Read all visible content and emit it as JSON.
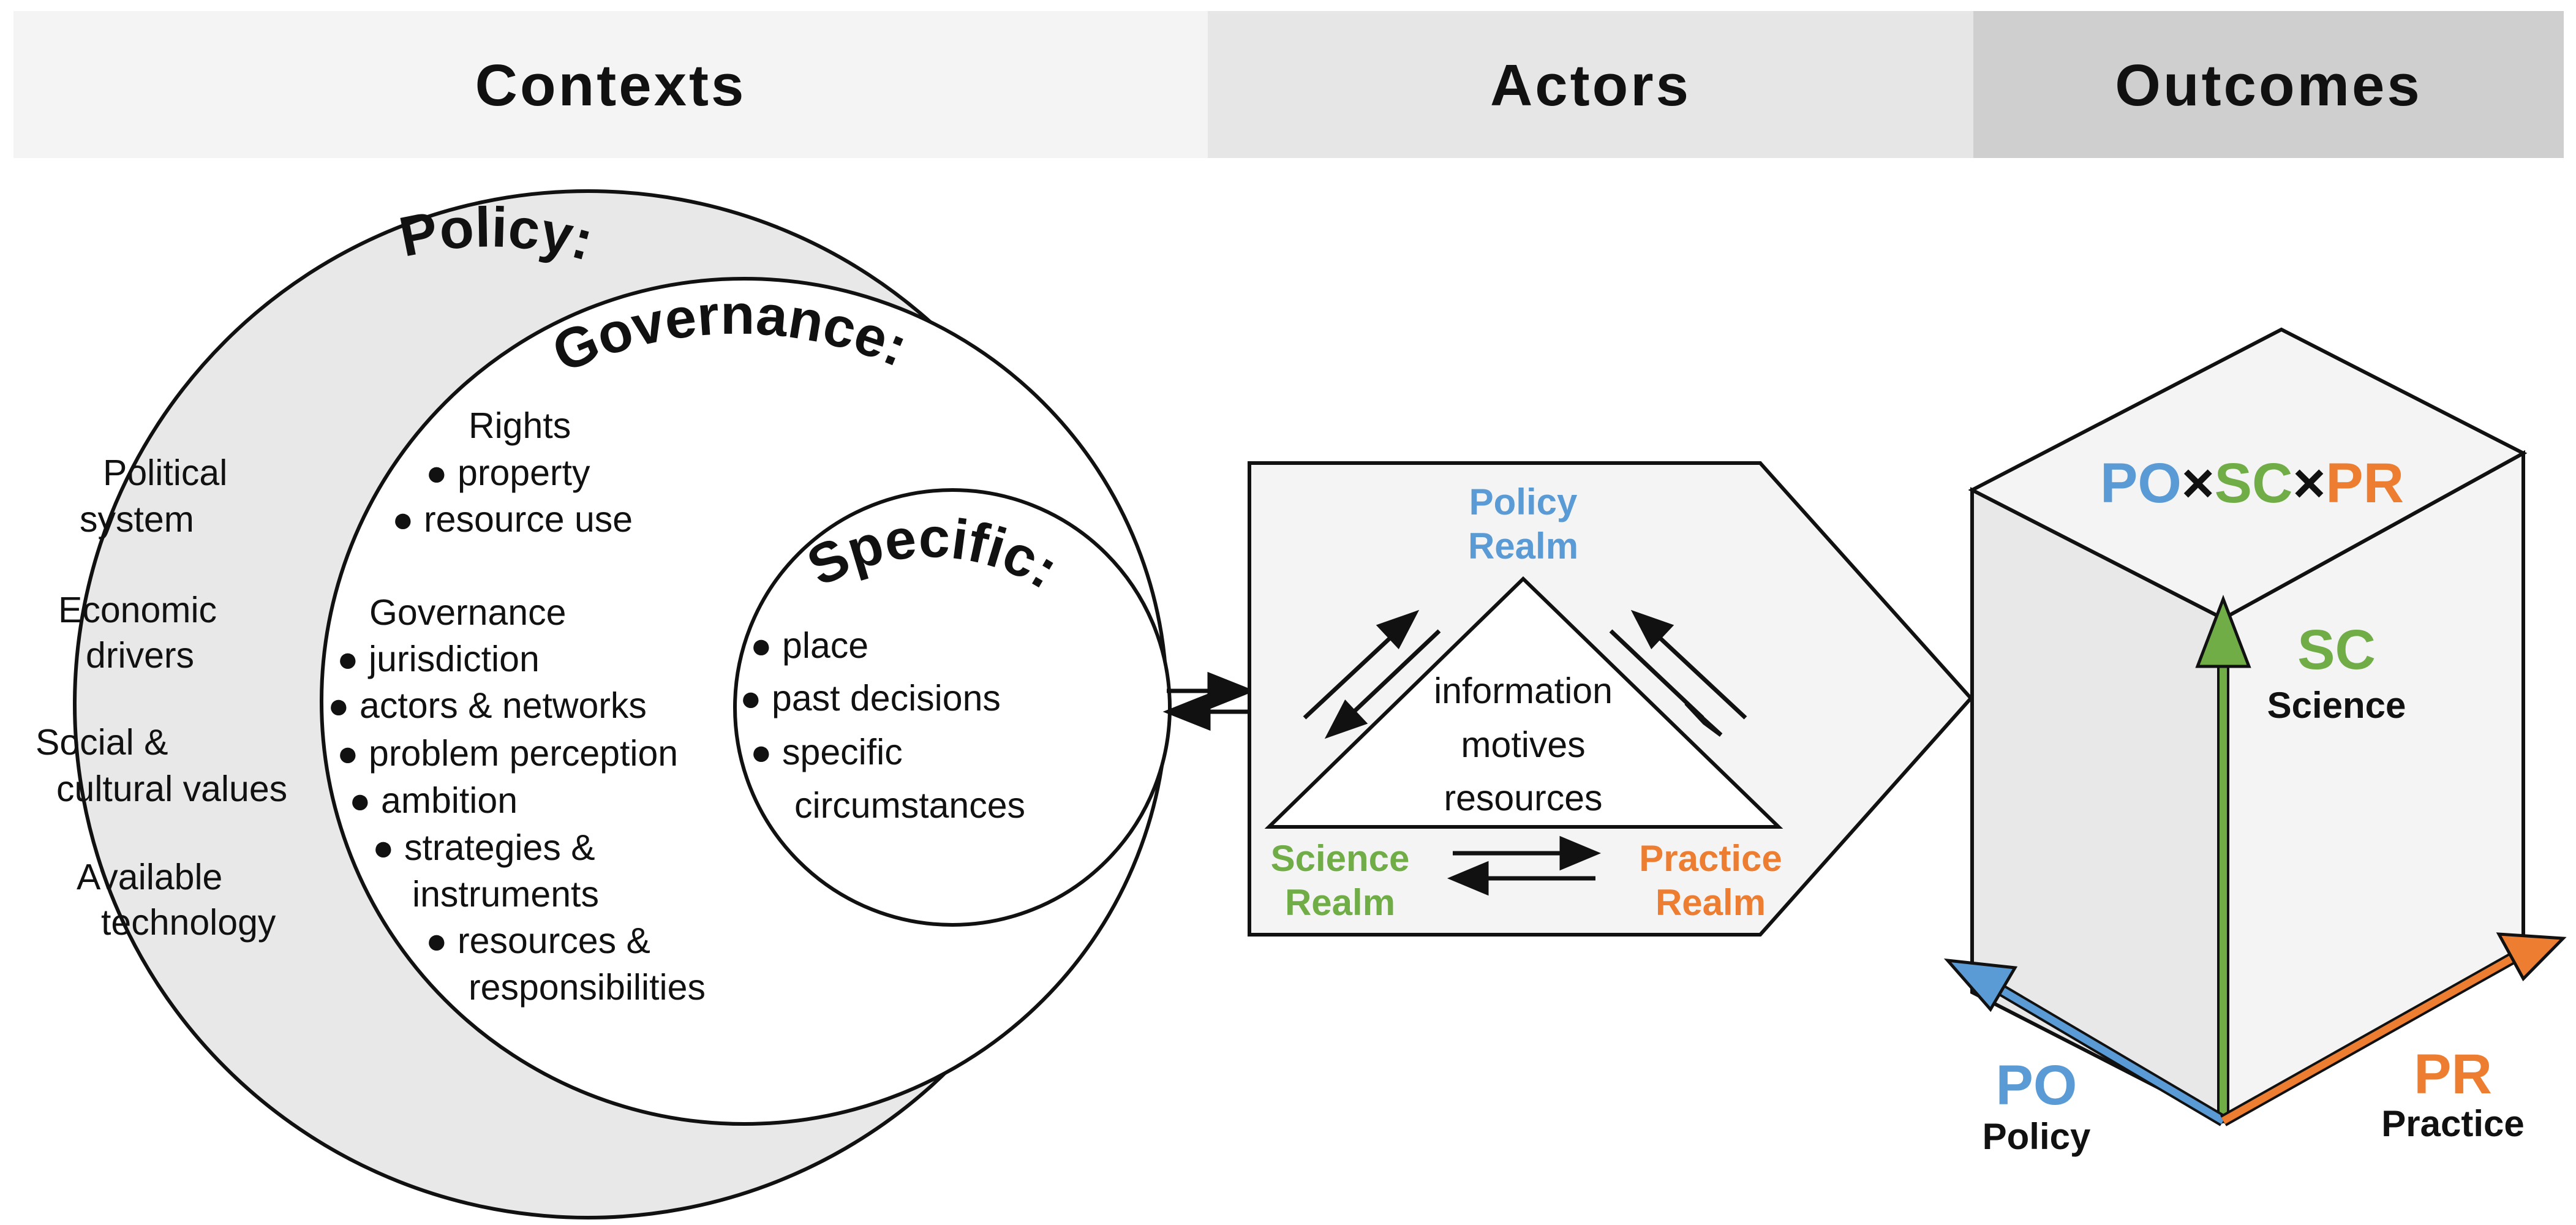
{
  "header": {
    "contexts": "Contexts",
    "actors": "Actors",
    "outcomes": "Outcomes"
  },
  "contexts": {
    "policy_title": "Policy:",
    "policy_items": [
      "Political",
      "system",
      "Economic",
      "drivers",
      "Social &",
      "cultural values",
      "Available",
      "technology"
    ],
    "governance_title": "Governance:",
    "governance_items": [
      "Rights",
      "● property",
      "● resource use",
      "Governance",
      "● jurisdiction",
      "● actors & networks",
      "● problem perception",
      "● ambition",
      "● strategies &",
      "instruments",
      "● resources &",
      "responsibilities"
    ],
    "specific_title": "Specific:",
    "specific_items": [
      "● place",
      "● past decisions",
      "● specific",
      "circumstances"
    ]
  },
  "actors": {
    "policy_realm": [
      "Policy",
      "Realm"
    ],
    "science_realm": [
      "Science",
      "Realm"
    ],
    "practice_realm": [
      "Practice",
      "Realm"
    ],
    "center": [
      "information",
      "motives",
      "resources"
    ]
  },
  "outcomes": {
    "dims": [
      "PO",
      "×",
      "SC",
      "×",
      "PR"
    ],
    "sc": "SC",
    "sc_label": "Science",
    "po": "PO",
    "po_label": "Policy",
    "pr": "PR",
    "pr_label": "Practice"
  },
  "colors": {
    "policy": "#5b9bd5",
    "science": "#70ad47",
    "practice": "#ed7d31",
    "header_light": "#f4f4f4",
    "header_mid": "#e6e6e6",
    "header_dark": "#cfcfcf",
    "outer_circle": "#e8e8e8"
  }
}
